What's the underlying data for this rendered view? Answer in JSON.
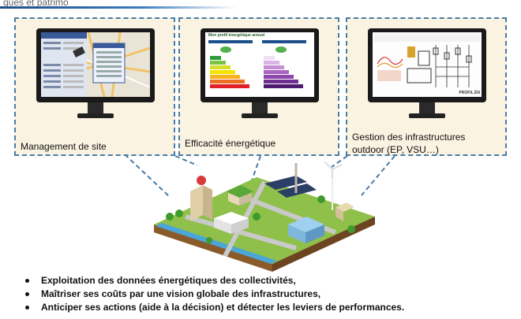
{
  "header": {
    "partial_title": "ques et patrimo"
  },
  "panels": [
    {
      "label": "Management de site",
      "screen": "map-software"
    },
    {
      "label": "Efficacité énergétique",
      "screen": "energy-label-software"
    },
    {
      "label": "Gestion des infrastructures outdoor (EP, VSU…)",
      "screen": "schematic-software"
    }
  ],
  "screens": {
    "energy": {
      "heading": "Mon profil énergétique annuel"
    },
    "schematic": {
      "corner_text": "PROFIL ÉN"
    }
  },
  "bullets": [
    "Exploitation des données énergétiques des collectivités,",
    "Maîtriser ses coûts par une vision globale des infrastructures,",
    "Anticiper ses actions (aide à la décision) et détecter les leviers de performances."
  ],
  "colors": {
    "frame_dash": "#4a7ba6",
    "panel_bg": "#fbf3e2",
    "header_bar": "#1e4f86"
  }
}
